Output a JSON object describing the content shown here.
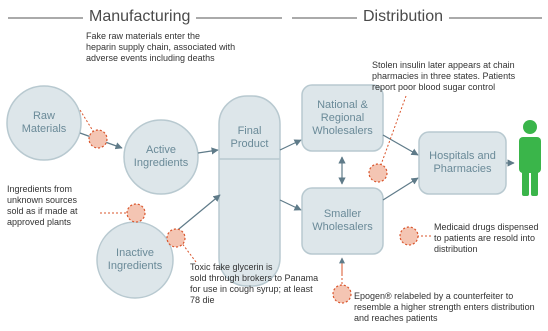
{
  "headers": {
    "manufacturing": "Manufacturing",
    "distribution": "Distribution"
  },
  "nodes": {
    "raw_materials": [
      "Raw",
      "Materials"
    ],
    "active_ingredients": [
      "Active",
      "Ingredients"
    ],
    "inactive_ingredients": [
      "Inactive",
      "Ingredients"
    ],
    "final_product": [
      "Final",
      "Product"
    ],
    "national_wholesalers": [
      "National &",
      "Regional",
      "Wholesalers"
    ],
    "smaller_wholesalers": [
      "Smaller",
      "Wholesalers"
    ],
    "hospitals_pharmacies": [
      "Hospitals and",
      "Pharmacies"
    ]
  },
  "annotations": {
    "fake_raw": [
      "Fake raw materials enter the",
      "heparin supply chain, associated with",
      "adverse events including deaths"
    ],
    "ingredients_unknown": [
      "Ingredients from",
      "unknown sources",
      "sold as if made at",
      "approved plants"
    ],
    "toxic_glycerin": [
      "Toxic fake glycerin is",
      "sold through brokers to Panama",
      "for use in cough syrup; at least",
      "78 die"
    ],
    "stolen_insulin": [
      "Stolen insulin later appears at chain",
      "pharmacies in three states. Patients",
      "report poor blood sugar control"
    ],
    "medicaid": [
      "Medicaid drugs dispensed",
      "to patients are resold into",
      "distribution"
    ],
    "epogen": [
      "Epogen® relabeled by a counterfeiter to",
      "resemble a higher strength enters distribution",
      "and reaches patients"
    ]
  },
  "colors": {
    "node_fill": "#dde6ea",
    "node_stroke": "#b8c9d0",
    "node_text": "#6a8a98",
    "arrow": "#5f7b89",
    "risk_stroke": "#d9542b",
    "risk_fill": "#f4c5b3",
    "person": "#3ab54a",
    "header_line": "#555555"
  },
  "icons": {
    "person": "person-icon",
    "risk": "risk-marker-icon"
  }
}
